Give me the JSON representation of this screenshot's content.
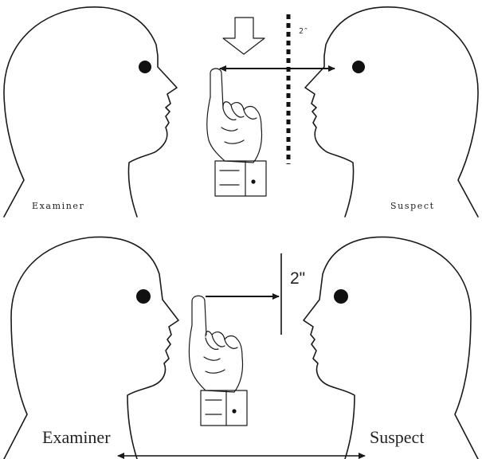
{
  "panels": [
    {
      "examiner_label": "Examiner",
      "suspect_label": "Suspect",
      "distance_label": "2″"
    },
    {
      "examiner_label": "Examiner",
      "suspect_label": "Suspect",
      "distance_label": "2\""
    }
  ],
  "icons": {
    "eye": "eye-icon",
    "hand": "raised-index-finger-hand-icon",
    "arrow_down": "down-arrow-outline-icon"
  },
  "colors": {
    "line": "#1a1a1a",
    "background": "#ffffff"
  }
}
